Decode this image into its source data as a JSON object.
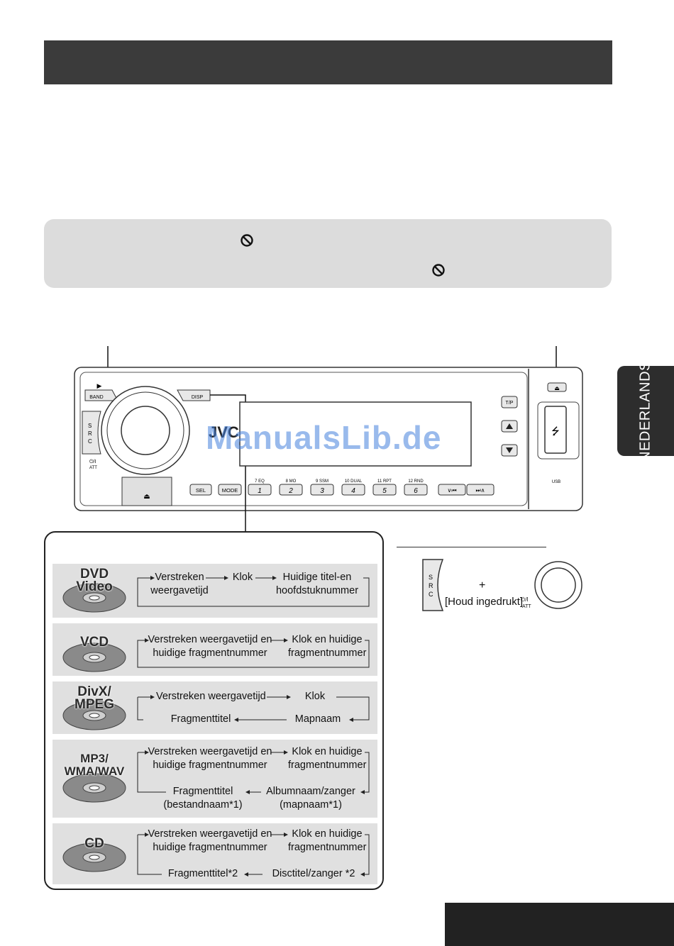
{
  "side_tab": {
    "label": "NEDERLANDS"
  },
  "watermark": {
    "text": "ManualsLib.de"
  },
  "unit": {
    "band_label": "BAND",
    "disp_label": "DISP",
    "src_label": "S\nR\nC",
    "att_label": "ATT",
    "tp_label": "T/P",
    "sel_label": "SEL",
    "mode_label": "MODE",
    "usb_label": "USB",
    "brand_fragment": "JVC",
    "presets": [
      {
        "top": "7  EQ",
        "num": "1"
      },
      {
        "top": "8  MO",
        "num": "2"
      },
      {
        "top": "9  SSM",
        "num": "3"
      },
      {
        "top": "10 DUAL",
        "num": "4"
      },
      {
        "top": "11  RPT",
        "num": "5"
      },
      {
        "top": "12  RND",
        "num": "6"
      }
    ]
  },
  "display_panel": {
    "rows": [
      {
        "disc": [
          "DVD",
          "Video"
        ],
        "items": [
          "Verstreken weergavetijd",
          "Klok",
          "Huidige titel-en hoofdstuknummer"
        ]
      },
      {
        "disc": [
          "VCD"
        ],
        "items": [
          "Verstreken weergavetijd en huidige fragmentnummer",
          "Klok en huidige fragmentnummer"
        ]
      },
      {
        "disc": [
          "DivX/",
          "MPEG"
        ],
        "items": [
          "Verstreken weergavetijd",
          "Klok",
          "Fragmenttitel",
          "Mapnaam"
        ]
      },
      {
        "disc": [
          "MP3/",
          "WMA/WAV"
        ],
        "items": [
          "Verstreken weergavetijd en huidige fragmentnummer",
          "Klok en huidige fragmentnummer",
          "Fragmenttitel (bestandnaam*1)",
          "Albumnaam/zanger (mapnaam*1)"
        ]
      },
      {
        "disc": [
          "CD"
        ],
        "items": [
          "Verstreken weergavetijd en huidige fragmentnummer",
          "Klok en huidige fragmentnummer",
          "Fragmenttitel*2",
          "Disctitel/zanger *2"
        ]
      }
    ]
  },
  "src_illustration": {
    "plus": "+",
    "hold_text": "[Houd ingedrukt]",
    "power_label": "⏻/I",
    "att_label": "ATT"
  },
  "colors": {
    "title_bar": "#3b3b3b",
    "note_box": "#dcdcdc",
    "row_bg": "#e0e0e0",
    "tab": "#2d2d2d"
  }
}
